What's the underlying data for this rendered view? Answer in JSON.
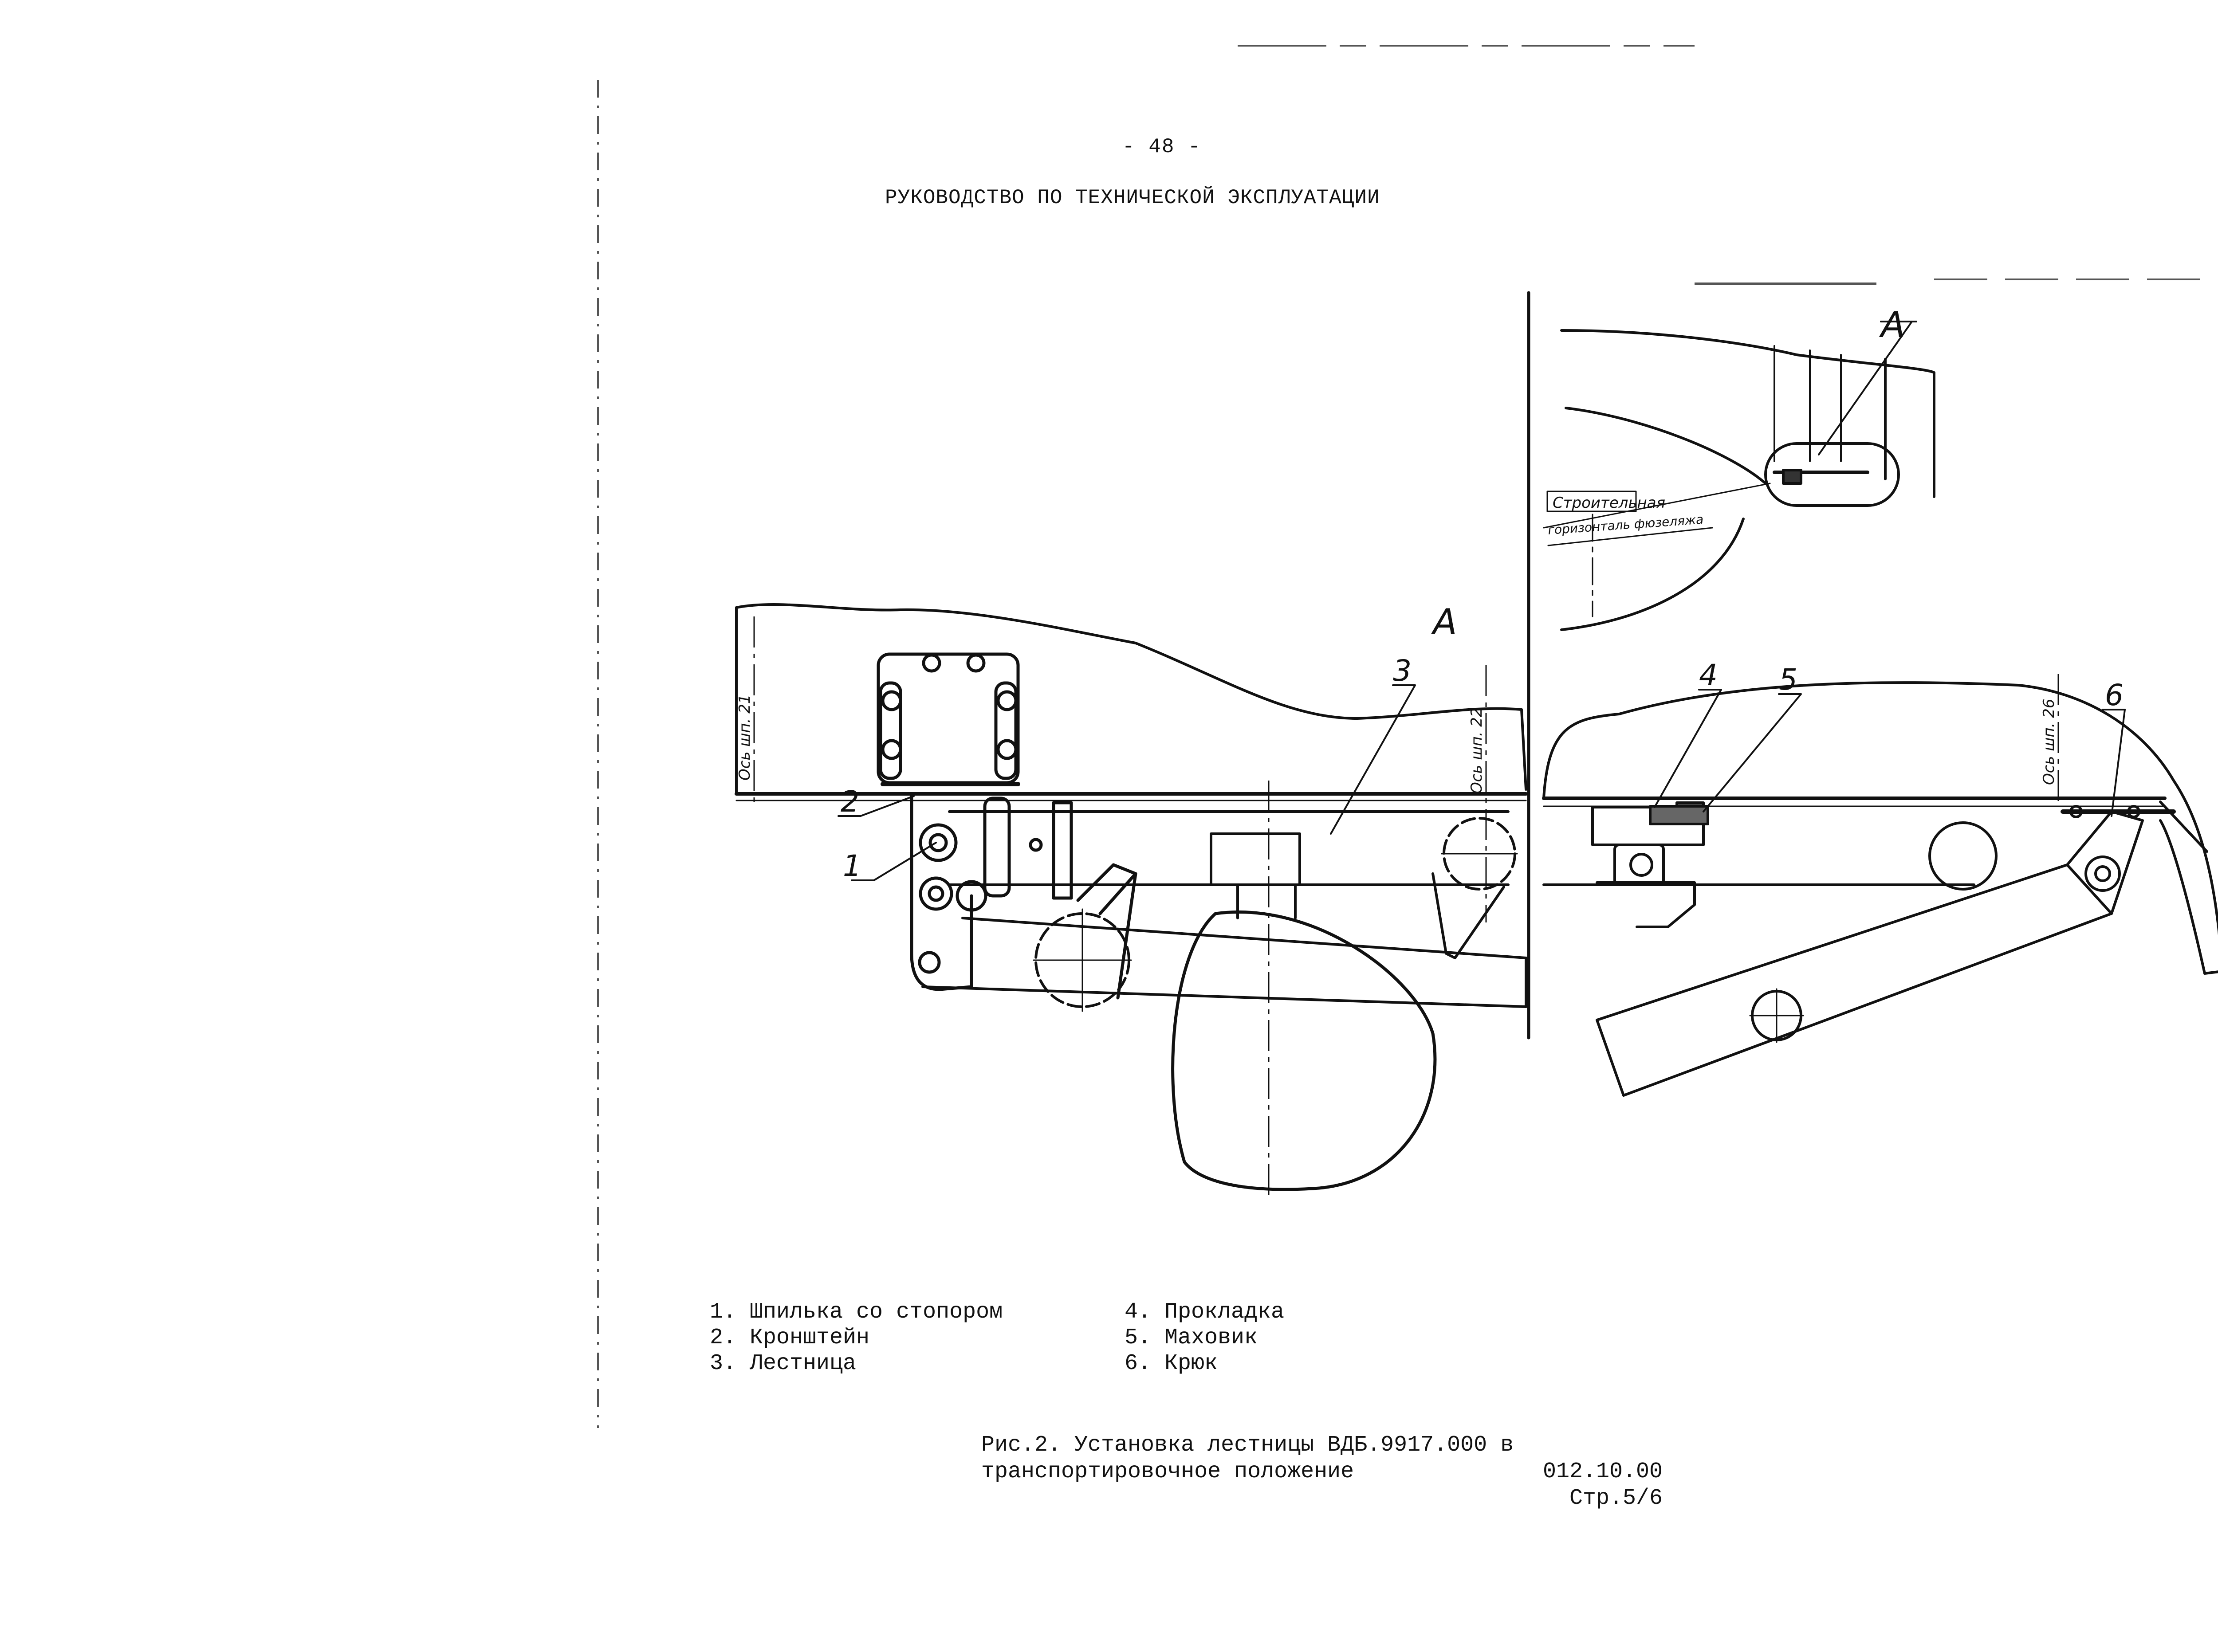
{
  "page": {
    "number": "- 48 -",
    "title": "РУКОВОДСТВО ПО ТЕХНИЧЕСКОЙ ЭКСПЛУАТАЦИИ"
  },
  "drawing": {
    "view_label_main": "A",
    "view_label_inset": "A",
    "inset_note_line1": "Строительная",
    "inset_note_line2": "горизонталь фюзеляжа",
    "frame_labels": [
      "Ось шп. 21",
      "Ось шп. 22",
      "Ось шп. 26"
    ],
    "callouts": [
      "1",
      "2",
      "3",
      "4",
      "5",
      "6"
    ]
  },
  "legend": {
    "left": [
      "1. Шпилька со стопором",
      "2. Кронштейн",
      "3. Лестница"
    ],
    "right": [
      "4. Прокладка",
      "5. Маховик",
      "6. Крюк"
    ]
  },
  "caption": {
    "line1": "Рис.2. Установка лестницы ВДБ.9917.000 в",
    "line2": "транспортировочное положение",
    "doc_code": "012.10.00",
    "doc_page": "Стр.5/6"
  }
}
